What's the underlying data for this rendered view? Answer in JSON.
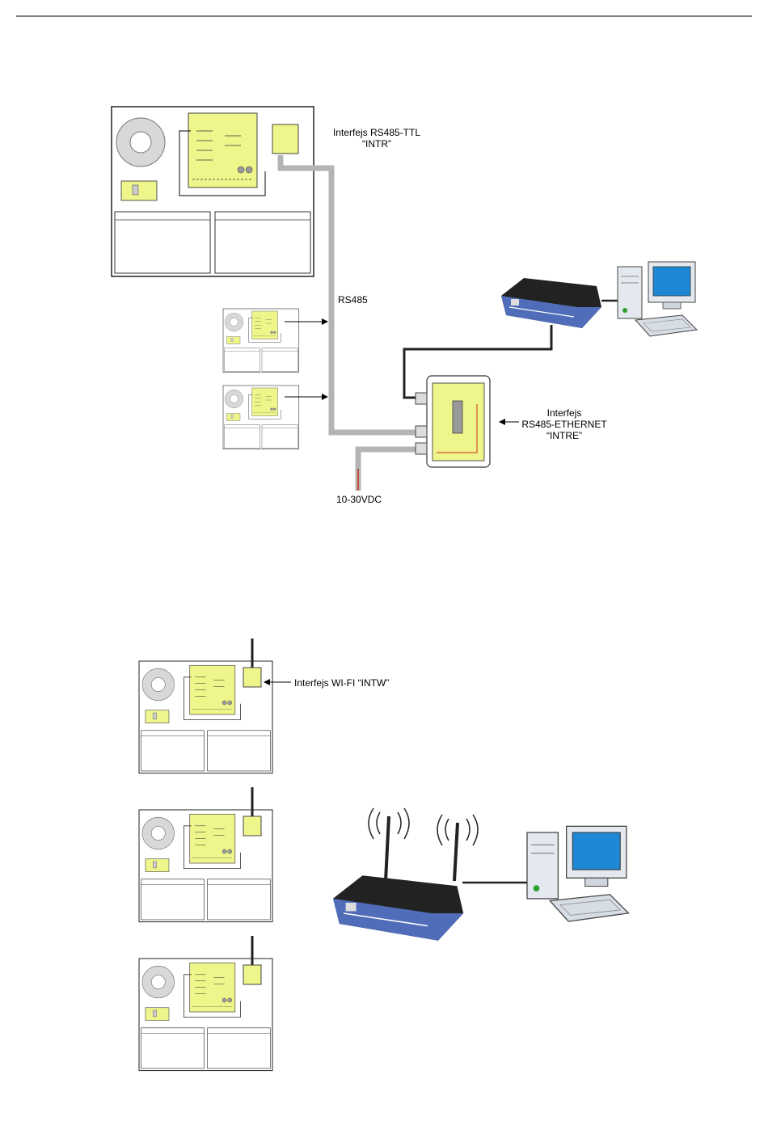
{
  "colors": {
    "pcb": "#eef58a",
    "cable": "#b4b4b4",
    "router_blue": "#4f6db8",
    "router_dark": "#222222",
    "monitor_screen": "#1e88d6",
    "wire_red": "#cc2b1d"
  },
  "icons": [
    "power-supply-unit",
    "transformer-icon",
    "pcb-icon",
    "router-icon",
    "computer-icon",
    "antenna-icon"
  ],
  "section1": {
    "intr_label_1": "Interfejs RS485-TTL",
    "intr_label_2": "“INTR”",
    "bus_label": "RS485",
    "intre_label_1": "Interfejs",
    "intre_label_2": "RS485-ETHERNET",
    "intre_label_3": "“INTRE”",
    "power_label": "10-30VDC"
  },
  "section2": {
    "intw_label": "Interfejs WI-FI “INTW”"
  }
}
